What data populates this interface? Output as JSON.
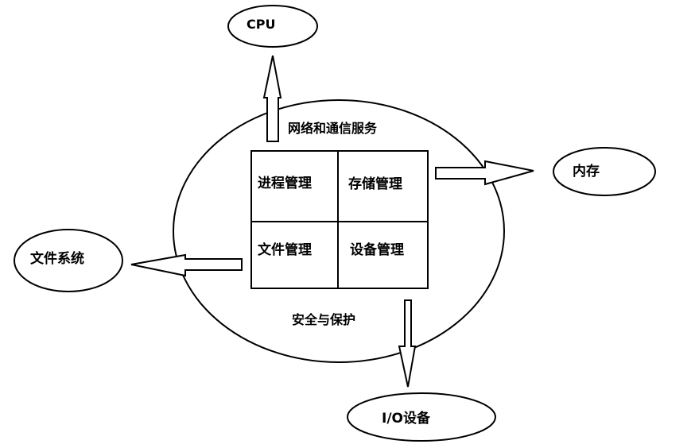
{
  "diagram": {
    "center": {
      "top_label": "网络和通信服务",
      "bottom_label": "安全与保护"
    },
    "modules": [
      {
        "label": "进程管理"
      },
      {
        "label": "存储管理"
      },
      {
        "label": "文件管理"
      },
      {
        "label": "设备管理"
      }
    ],
    "resources": {
      "cpu": "CPU",
      "memory": "内存",
      "file_system": "文件系统",
      "io": "I/O设备"
    }
  }
}
